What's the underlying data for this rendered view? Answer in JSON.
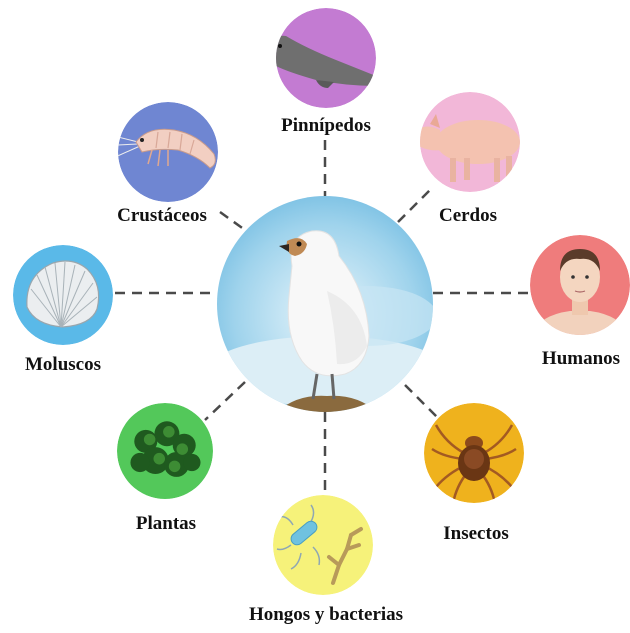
{
  "center": {
    "icon": "sheathbill-bird-photo"
  },
  "nodes": [
    {
      "key": "pinnipedos",
      "label": "Pinnípedos",
      "icon": "seal-icon",
      "color": "#c37bd2"
    },
    {
      "key": "cerdos",
      "label": "Cerdos",
      "icon": "pig-icon",
      "color": "#f2b7d8"
    },
    {
      "key": "humanos",
      "label": "Humanos",
      "icon": "human-icon",
      "color": "#ef7c7c"
    },
    {
      "key": "insectos",
      "label": "Insectos",
      "icon": "tick-icon",
      "color": "#efb21d"
    },
    {
      "key": "hongos",
      "label": "Hongos y bacterias",
      "icon": "bacteria-icon",
      "color": "#f6f27a"
    },
    {
      "key": "plantas",
      "label": "Plantas",
      "icon": "plant-icon",
      "color": "#53c85a"
    },
    {
      "key": "moluscos",
      "label": "Moluscos",
      "icon": "shell-icon",
      "color": "#5ab9e8"
    },
    {
      "key": "crustaceos",
      "label": "Crustáceos",
      "icon": "shrimp-icon",
      "color": "#6f86d2"
    }
  ]
}
